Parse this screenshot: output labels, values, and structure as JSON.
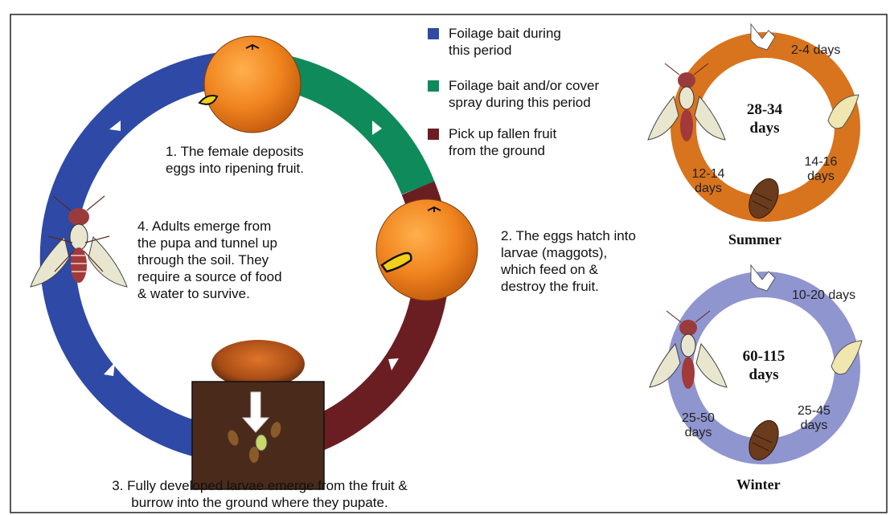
{
  "steps": {
    "step1": [
      "1. The female deposits",
      "eggs into ripening fruit."
    ],
    "step2": [
      "2. The eggs hatch into",
      "larvae (maggots),",
      "which feed on &",
      "destroy the fruit."
    ],
    "step3": [
      "3. Fully developed larvae emerge from the fruit &",
      "burrow into the ground where they pupate."
    ],
    "step4": [
      "4. Adults emerge from",
      "the pupa and tunnel up",
      "through the soil. They",
      "require a source of food",
      "& water to survive."
    ]
  },
  "legend": [
    {
      "lines": [
        "Foilage bait during",
        "this period"
      ],
      "color": "#2f49a6"
    },
    {
      "lines": [
        "Foilage bait and/or cover",
        "spray during this period"
      ],
      "color": "#0f8a5a"
    },
    {
      "lines": [
        "Pick up fallen fruit",
        "from the ground"
      ],
      "color": "#6b1e22"
    }
  ],
  "summer": {
    "title": "Summer",
    "center": [
      "28-34",
      "days"
    ],
    "egg": "2-4 days",
    "larva": [
      "14-16",
      "days"
    ],
    "pupa": [
      "12-14",
      "days"
    ],
    "color": "#d8731e"
  },
  "winter": {
    "title": "Winter",
    "center": [
      "60-115",
      "days"
    ],
    "egg": "10-20 days",
    "larva": [
      "25-45",
      "days"
    ],
    "pupa": [
      "25-50",
      "days"
    ],
    "color": "#8f95cf"
  },
  "colors": {
    "blue": "#2f49a6",
    "green": "#0f8a5a",
    "maroon": "#6b1e22",
    "orange": "#ee7f1f",
    "soil": "#4a2a1a"
  }
}
